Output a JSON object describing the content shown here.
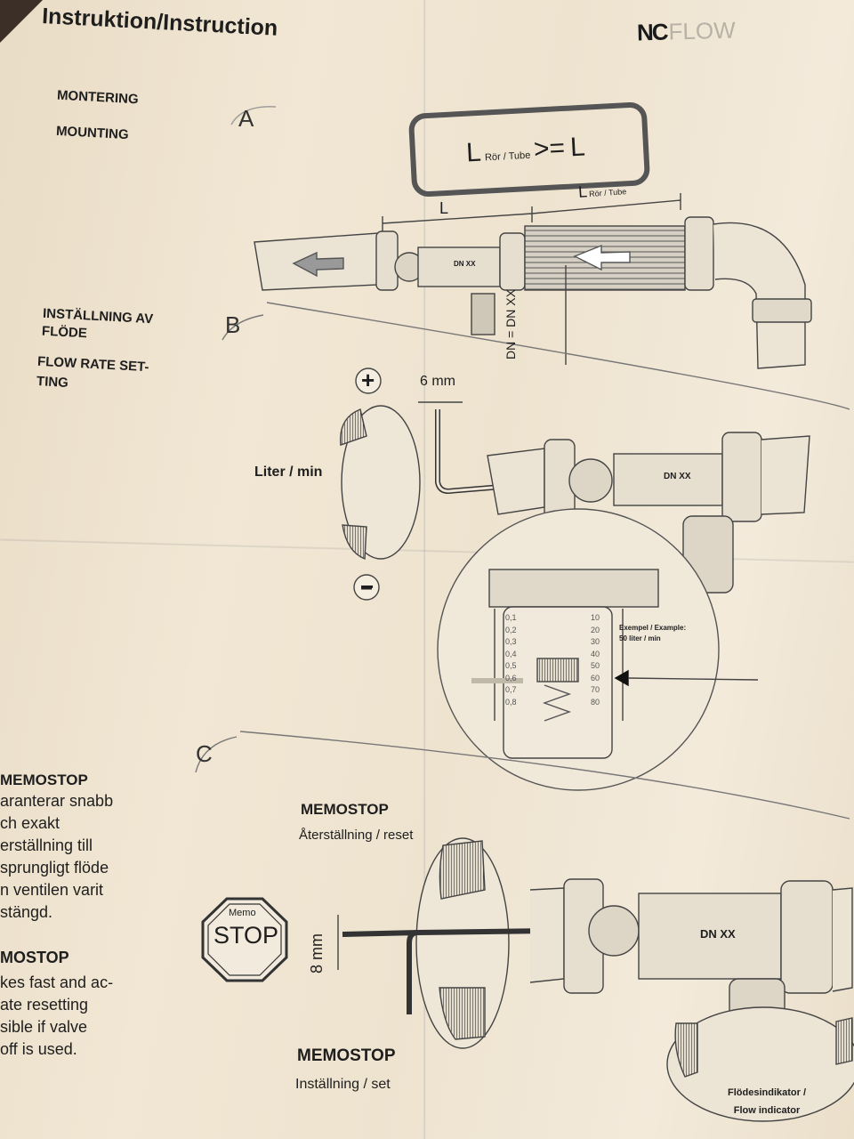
{
  "header": {
    "title": "Instruktion/Instruction",
    "brand_mark": "NC",
    "brand_word": "FLOW"
  },
  "section_a": {
    "letter": "A",
    "label_sv": "MONTERING",
    "label_en": "MOUNTING",
    "rule_l": "L",
    "rule_sub": "Rör / Tube",
    "rule_op": ">=",
    "rule_r": "L",
    "dim_l": "L",
    "dim_tube_l": "L",
    "dim_tube_sub": "Rör / Tube",
    "dn_label": "DN XX",
    "dn_eq": "DN = DN XX"
  },
  "section_b": {
    "letter": "B",
    "label_sv_1": "INSTÄLLNING AV",
    "label_sv_2": "FLÖDE",
    "label_en_1": "FLOW RATE SET-",
    "label_en_2": "TING",
    "plus": "+",
    "minus": "−",
    "unit": "Liter / min",
    "key_size": "6 mm",
    "dn_label": "DN XX",
    "example_1": "Exempel / Example:",
    "example_2": "50 liter / min",
    "scale_left": [
      "0,1",
      "0,2",
      "0,3",
      "0,4",
      "0,5",
      "0,6",
      "0,7",
      "0,8"
    ],
    "scale_right": [
      "10",
      "20",
      "30",
      "40",
      "50",
      "60",
      "70",
      "80"
    ]
  },
  "section_c": {
    "letter": "C",
    "memostop_head": "MEMOSTOP",
    "sv_text": [
      "aranterar snabb",
      "ch exakt",
      "erställning till",
      "sprungligt flöde",
      "n ventilen varit",
      "stängd."
    ],
    "en_head": "MOSTOP",
    "en_text": [
      "kes fast and ac-",
      "ate resetting",
      "sible if valve",
      "off is used."
    ],
    "reset_head": "MEMOSTOP",
    "reset_sub": "Återställning / reset",
    "set_head": "MEMOSTOP",
    "set_sub": "Inställning / set",
    "stop_small": "Memo",
    "stop_big": "STOP",
    "key_size": "8 mm",
    "dn_label": "DN XX",
    "indicator_1": "Flödesindikator /",
    "indicator_2": "Flow indicator"
  }
}
